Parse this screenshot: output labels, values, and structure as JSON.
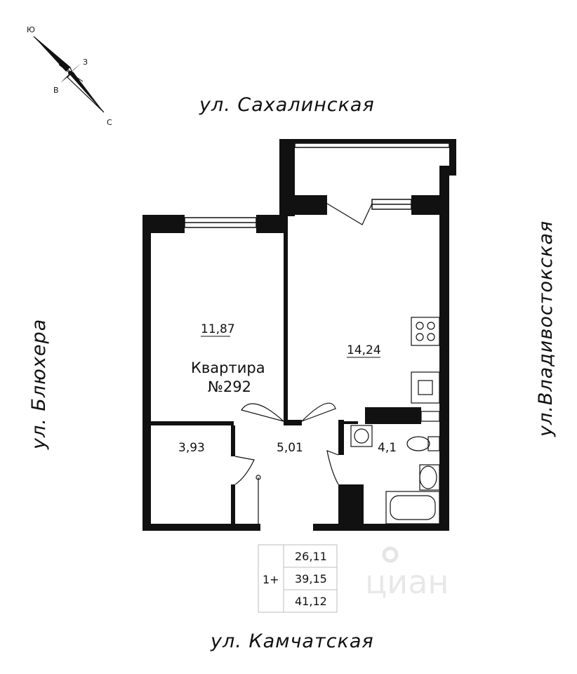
{
  "streets": {
    "top": "ул. Сахалинская",
    "bottom": "ул. Камчатская",
    "left": "ул. Блюхера",
    "right": "ул.Владивостокская"
  },
  "compass": {
    "south": "Ю",
    "west": "З",
    "east": "В",
    "north": "С"
  },
  "apartment": {
    "label": "Квартира",
    "number": "№292"
  },
  "rooms": [
    {
      "name": "bedroom",
      "area": "11,87"
    },
    {
      "name": "kitchen-living",
      "area": "14,24"
    },
    {
      "name": "hall",
      "area": "5,01"
    },
    {
      "name": "storage",
      "area": "3,93"
    },
    {
      "name": "bathroom",
      "area": "4,1"
    }
  ],
  "summary": {
    "rooms_label": "1+",
    "living_area": "26,11",
    "total_area": "39,15",
    "total_with_balcony": "41,12"
  },
  "watermark": "циан"
}
